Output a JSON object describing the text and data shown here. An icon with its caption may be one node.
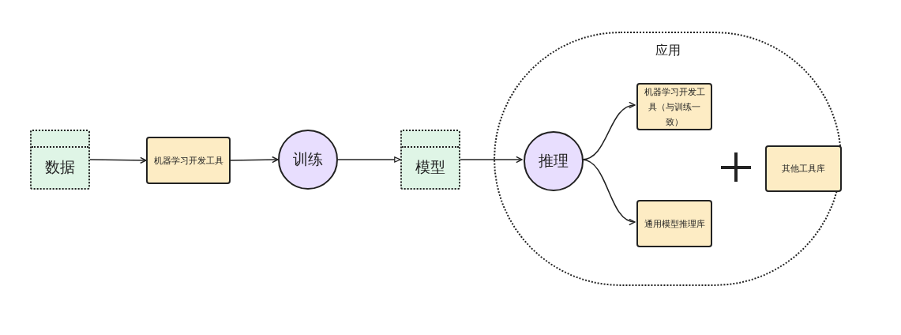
{
  "diagram": {
    "nodes": [
      {
        "text": [
          "数据"
        ]
      },
      {
        "text": [
          "机器学习开发工具"
        ]
      },
      {
        "text": [
          "训练"
        ]
      },
      {
        "text": [
          "模型"
        ]
      },
      {
        "text": [
          "应用"
        ]
      },
      {
        "text": [
          "推理"
        ],
        "in": 4
      },
      {
        "text": [
          "机器学习开发工具（与训练一致）"
        ],
        "in": 4
      },
      {
        "text": [
          "通用模型推理库"
        ],
        "in": 4
      },
      {
        "text": [
          "其他工具库"
        ],
        "in": 4
      }
    ],
    "edges": [
      {
        "from": 0,
        "to": 1,
        "arrow": "to"
      },
      {
        "from": 1,
        "to": 2,
        "arrow": "to"
      },
      {
        "from": 2,
        "to": 3,
        "arrow": "to"
      },
      {
        "from": 3,
        "to": 5,
        "arrow": "to"
      },
      {
        "from": 5,
        "to": 6,
        "arrow": "to"
      },
      {
        "from": 5,
        "to": 7,
        "arrow": "to"
      }
    ]
  }
}
